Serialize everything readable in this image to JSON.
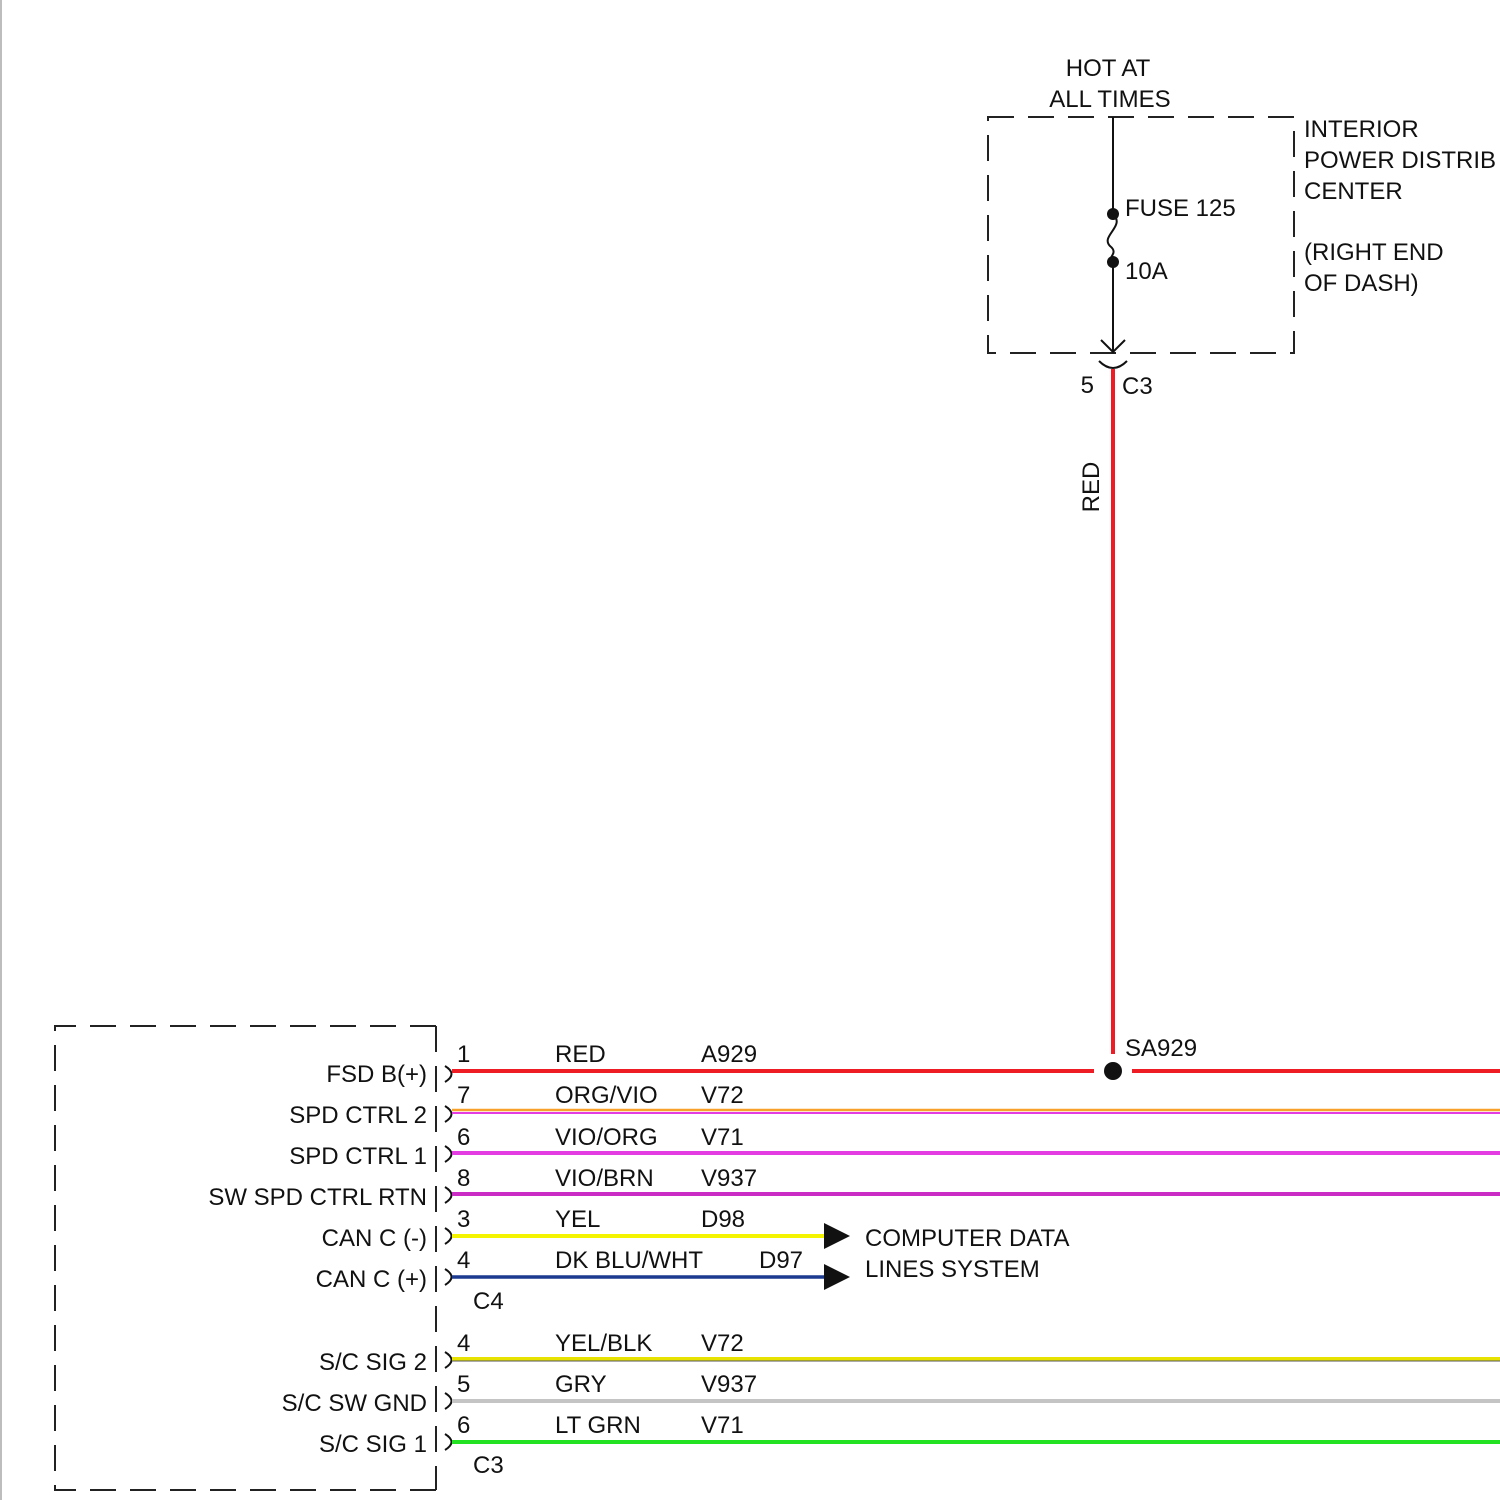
{
  "colors": {
    "red": "#ee1c24",
    "orange": "#f7a12a",
    "violet": "#e23ce2",
    "violet_brown": "#c92bc4",
    "yellow": "#f4f400",
    "dark_blue": "#1c3a8f",
    "yellow_black": "#e8e200",
    "gray": "#c4c4c4",
    "light_green": "#22e222",
    "ink": "#111111"
  },
  "supply": {
    "hot_line1": "HOT AT",
    "hot_line2": "ALL TIMES",
    "ipdc_line1": "INTERIOR",
    "ipdc_line2": "POWER DISTRIB",
    "ipdc_line3": "CENTER",
    "location_line1": "(RIGHT END",
    "location_line2": "OF DASH)",
    "fuse_name": "FUSE 125",
    "fuse_rating": "10A",
    "pin": "5",
    "connector": "C3",
    "wire_color": "RED",
    "splice": "SA929"
  },
  "module": {
    "c4_pins": [
      {
        "label": "FSD B(+)",
        "pin": "1",
        "color": "RED",
        "circuit": "A929"
      },
      {
        "label": "SPD CTRL 2",
        "pin": "7",
        "color": "ORG/VIO",
        "circuit": "V72"
      },
      {
        "label": "SPD CTRL 1",
        "pin": "6",
        "color": "VIO/ORG",
        "circuit": "V71"
      },
      {
        "label": "SW SPD CTRL RTN",
        "pin": "8",
        "color": "VIO/BRN",
        "circuit": "V937"
      },
      {
        "label": "CAN C (-)",
        "pin": "3",
        "color": "YEL",
        "circuit": "D98"
      },
      {
        "label": "CAN C (+)",
        "pin": "4",
        "color": "DK BLU/WHT",
        "circuit": "D97"
      }
    ],
    "c4_connector": "C4",
    "c3_pins": [
      {
        "label": "S/C SIG 2",
        "pin": "4",
        "color": "YEL/BLK",
        "circuit": "V72"
      },
      {
        "label": "S/C SW GND",
        "pin": "5",
        "color": "GRY",
        "circuit": "V937"
      },
      {
        "label": "S/C SIG 1",
        "pin": "6",
        "color": "LT GRN",
        "circuit": "V71"
      }
    ],
    "c3_connector": "C3"
  },
  "destination": {
    "line1": "COMPUTER DATA",
    "line2": "LINES SYSTEM"
  }
}
